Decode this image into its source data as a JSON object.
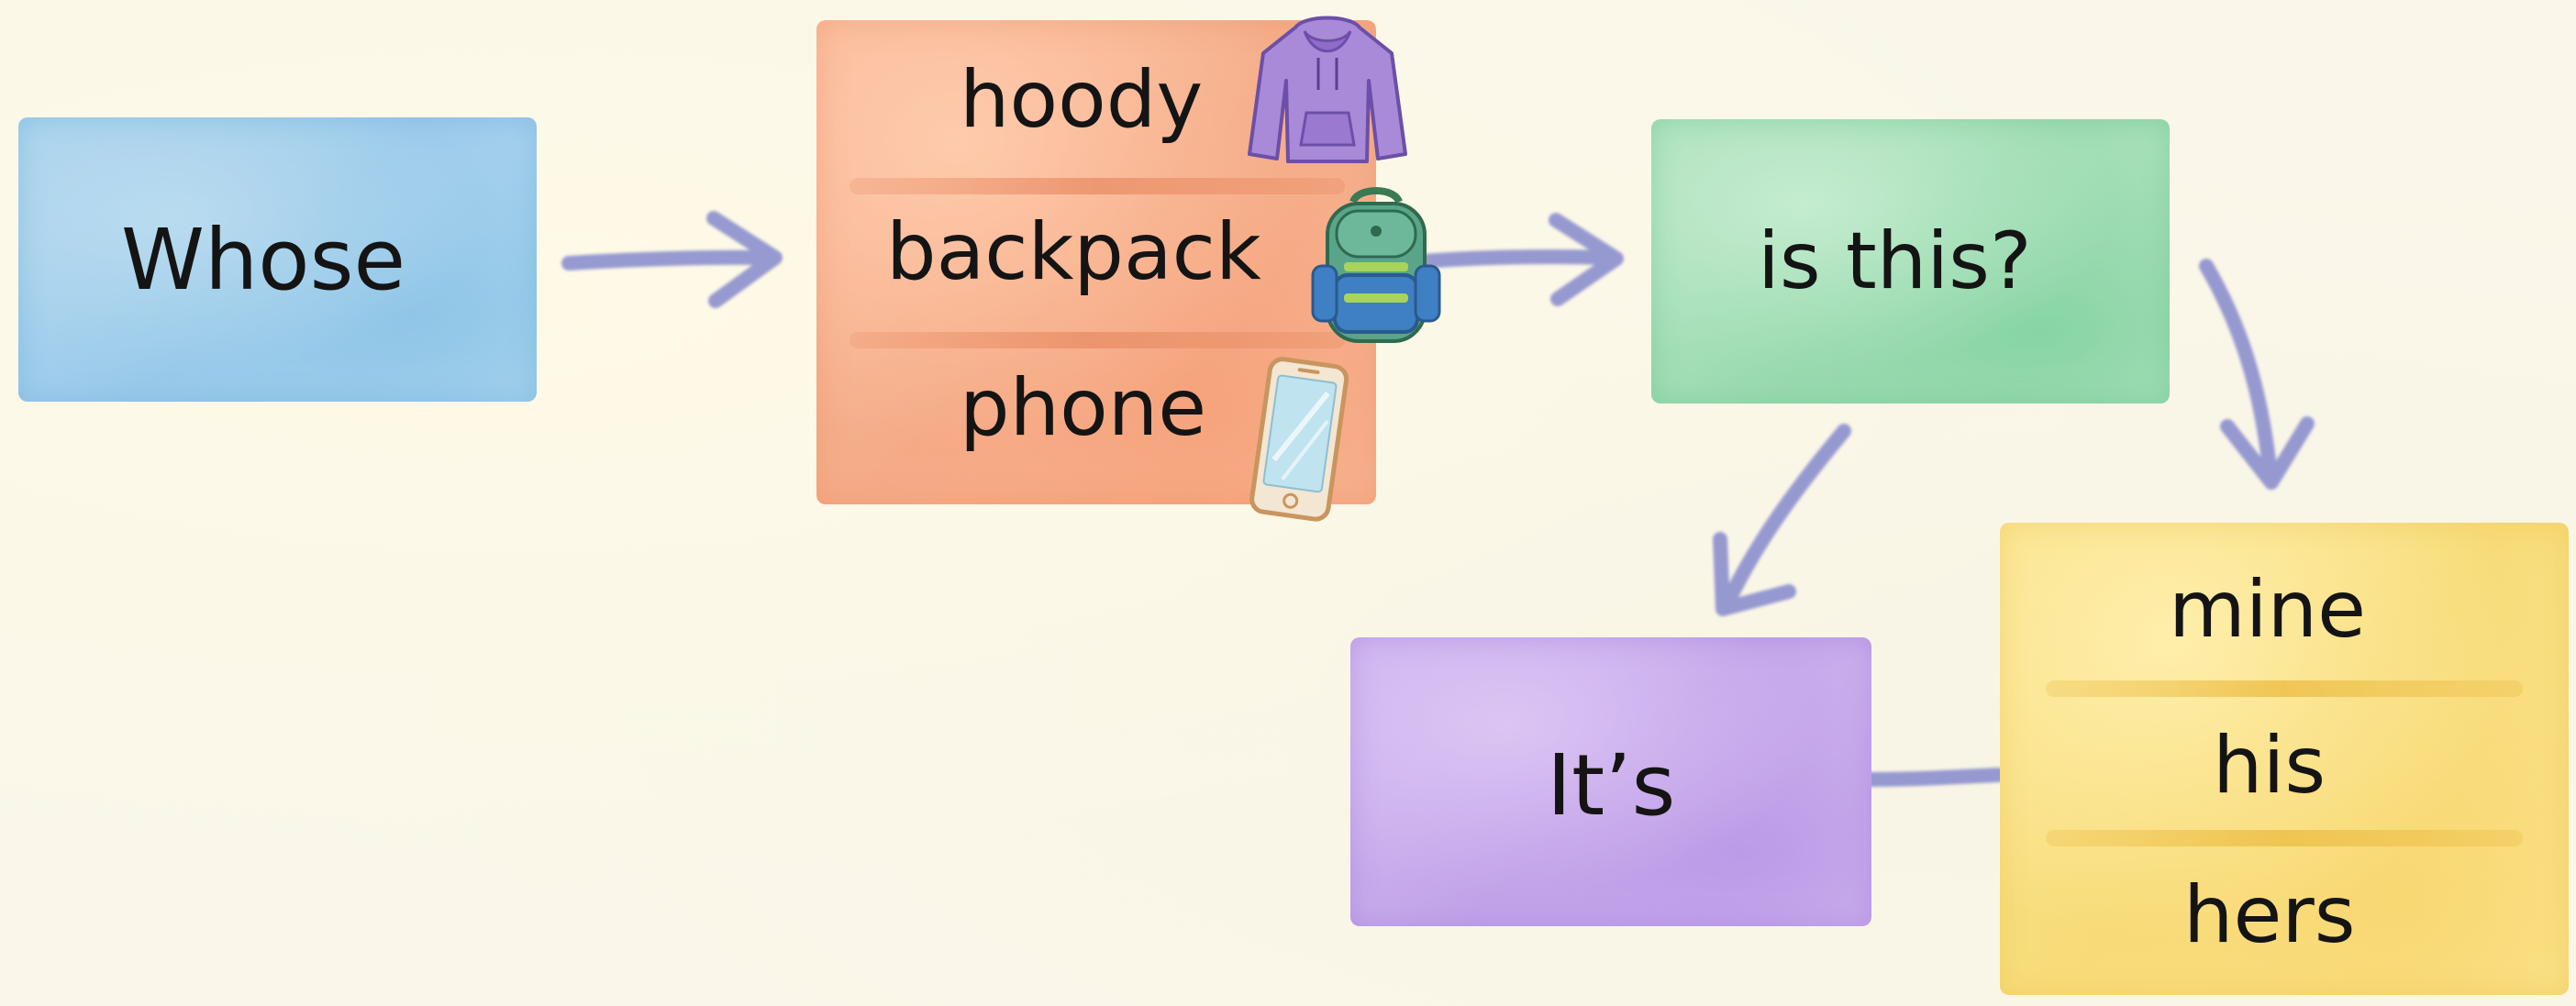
{
  "diagram": {
    "question_start": "Whose",
    "objects": [
      "hoody",
      "backpack",
      "phone"
    ],
    "question_end": "is this?",
    "answer_start": "It’s",
    "pronouns": [
      "mine",
      "his",
      "hers"
    ]
  },
  "icons": {
    "hoody": "hoodie-icon",
    "backpack": "backpack-icon",
    "phone": "phone-icon"
  },
  "colors": {
    "whose_box": "#a9d3ee",
    "objects_box": "#f7b896",
    "question_end_box": "#a9e0bb",
    "answer_start_box": "#cdb2ee",
    "pronouns_box": "#fae28a",
    "arrow": "#8e92cf"
  }
}
